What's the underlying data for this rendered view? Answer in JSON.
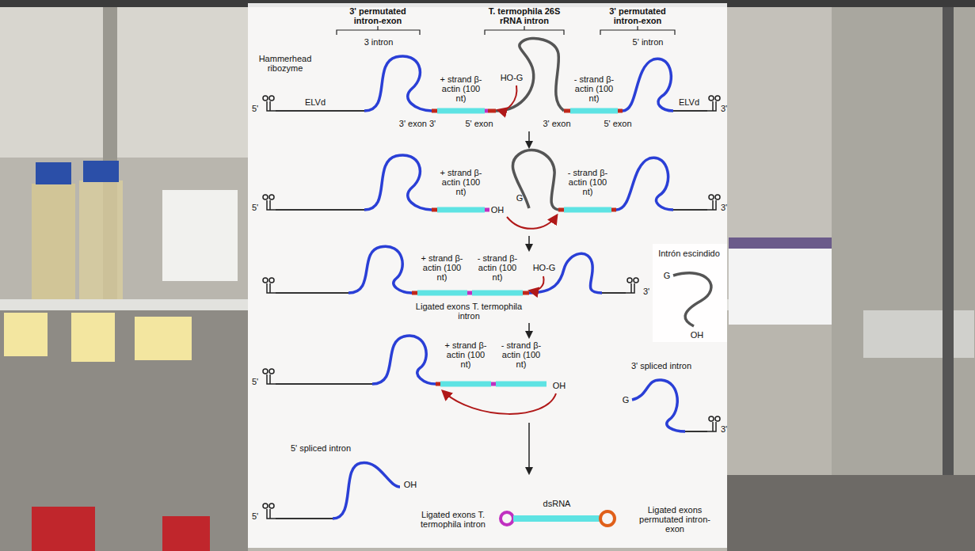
{
  "diagram": {
    "labels": [
      "3' permutated intron-exon",
      "3 intron",
      "T. termophila 26S rRNA intron",
      "3' permutated intron-exon",
      "5' intron",
      "Hammerhead ribozyme",
      "ELVd",
      "+ strand β-actin (100 nt)",
      "HO-G",
      "- strand β-actin (100 nt)",
      "ELVd",
      "5'",
      "3'",
      "3' exon 3'",
      "5' exon",
      "3' exon",
      "5' exon",
      "5'",
      "+ strand β-actin (100 nt)",
      "OH",
      "G",
      "- strand β-actin (100 nt)",
      "3'",
      "+ strand β-actin (100 nt)",
      "- strand β-actin (100 nt)",
      "HO-G",
      "Ligated exons T. termophila intron",
      "3'",
      "Intrón escindido",
      "G",
      "OH",
      "+ strand β-actin (100 nt)",
      "- strand β-actin (100 nt)",
      "OH",
      "3' spliced intron",
      "G",
      "3'",
      "5'",
      "5' spliced intron",
      "OH",
      "5'",
      "Ligated exons T. termophila intron",
      "dsRNA",
      "Ligated exons permutated intron-exon"
    ]
  }
}
